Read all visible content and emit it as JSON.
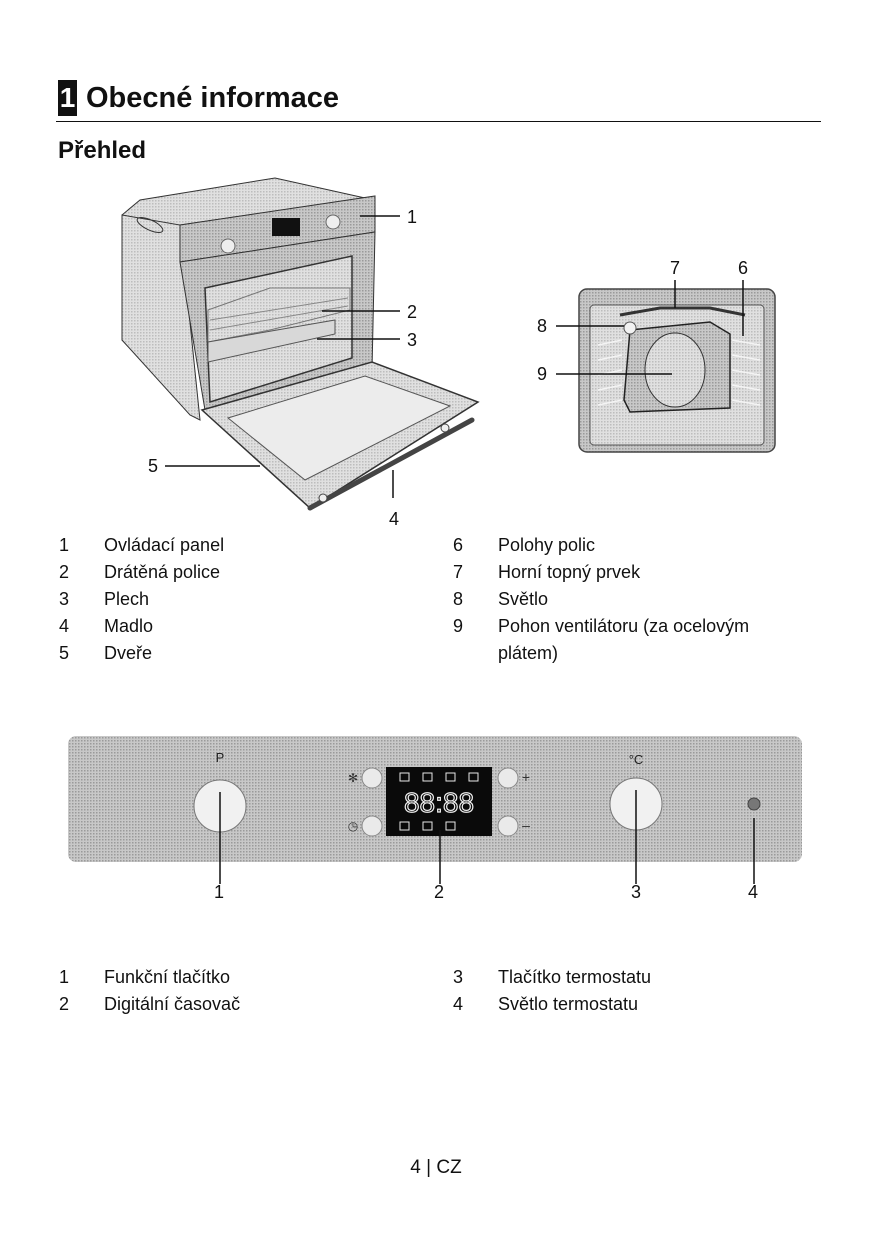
{
  "header": {
    "chapter_number": "1",
    "chapter_title": "Obecné informace",
    "section_title": "Přehled"
  },
  "figure_oven": {
    "callouts": [
      "1",
      "2",
      "3",
      "4",
      "5"
    ]
  },
  "figure_cavity": {
    "callouts": [
      "6",
      "7",
      "8",
      "9"
    ]
  },
  "legend_oven": {
    "left": [
      {
        "num": "1",
        "label": "Ovládací panel"
      },
      {
        "num": "2",
        "label": "Drátěná police"
      },
      {
        "num": "3",
        "label": "Plech"
      },
      {
        "num": "4",
        "label": "Madlo"
      },
      {
        "num": "5",
        "label": "Dveře"
      }
    ],
    "right": [
      {
        "num": "6",
        "label": "Polohy polic"
      },
      {
        "num": "7",
        "label": "Horní topný prvek"
      },
      {
        "num": "8",
        "label": "Světlo"
      },
      {
        "num": "9",
        "label": "Pohon ventilátoru (za ocelovým plátem)"
      }
    ]
  },
  "figure_panel": {
    "function_knob_symbol": "P",
    "thermostat_symbol": "°C",
    "display_digits": "88:88",
    "plus_label": "+",
    "minus_label": "–",
    "callouts": [
      "1",
      "2",
      "3",
      "4"
    ],
    "icons": [
      "fan-icon",
      "clock-icon",
      "timer-icon",
      "bell-icon"
    ]
  },
  "legend_panel": {
    "left": [
      {
        "num": "1",
        "label": "Funkční tlačítko"
      },
      {
        "num": "2",
        "label": "Digitální časovač"
      }
    ],
    "right": [
      {
        "num": "3",
        "label": "Tlačítko termostatu"
      },
      {
        "num": "4",
        "label": "Světlo termostatu"
      }
    ]
  },
  "footer": {
    "page_label": "4 | CZ"
  },
  "colors": {
    "panel_gray": "#b9b9b9",
    "display_black": "#0a0a0a",
    "text": "#111111"
  }
}
